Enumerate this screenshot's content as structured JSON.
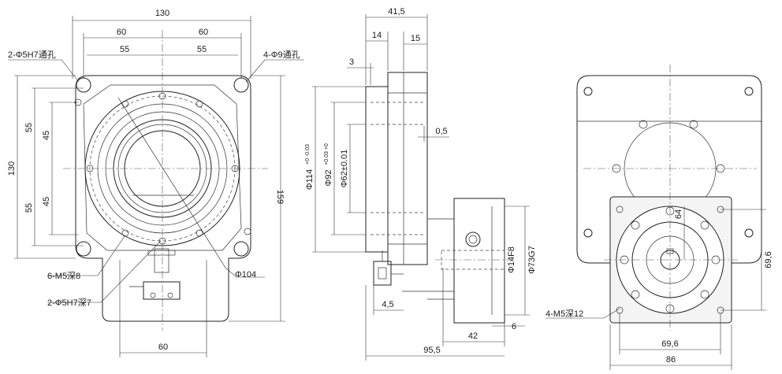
{
  "front": {
    "d130_top": "130",
    "d60_left": "60",
    "d60_right": "60",
    "d55_left": "55",
    "d55_right": "55",
    "hole_left": "2-Φ5H7通孔",
    "hole_right": "4-Φ9通孔",
    "d130_side": "130",
    "d55_up": "55",
    "d55_down": "55",
    "d45_up": "45",
    "d45_down": "45",
    "d159": "159",
    "tap": "6-M5深8",
    "pin": "2-Φ5H7深7",
    "dia104": "Φ104",
    "d60_bottom": "60"
  },
  "side": {
    "d41_5": "41,5",
    "d14": "14",
    "d15": "15",
    "d3": "3",
    "d0_5": "0,5",
    "phi114": "Φ114",
    "phi114_tol": "+0 -0.03",
    "phi92": "Φ92",
    "phi92_tol": "+0.03 +0",
    "phi62": "Φ62±0.01",
    "phi14": "Φ14F8",
    "phi73": "Φ73G7",
    "d4_5": "4,5",
    "d42": "42",
    "d6": "6",
    "d95_5": "95,5"
  },
  "rear": {
    "d64": "64",
    "d69_6_side": "69,6",
    "tap": "4-M5深12",
    "d69_6_bottom": "69,6",
    "d86": "86"
  }
}
